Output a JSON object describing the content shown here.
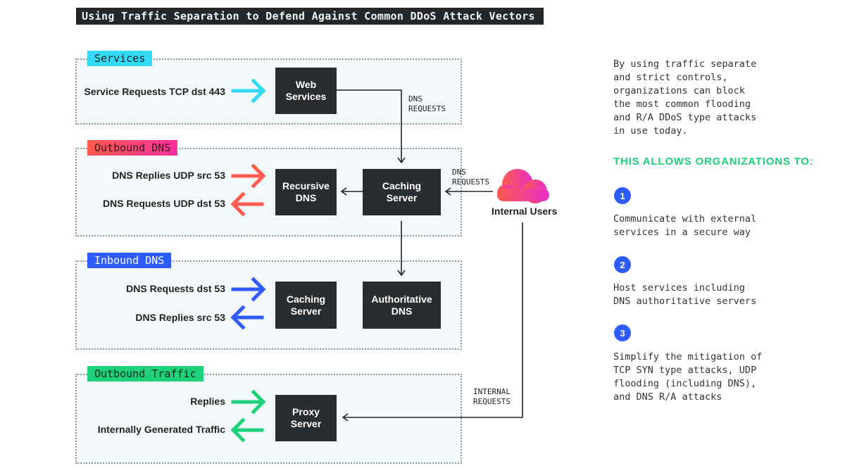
{
  "title": "Using Traffic Separation to Defend Against Common DDoS Attack Vectors",
  "zones": {
    "services": {
      "label": "Services",
      "color": "#33d9f2",
      "flow1": "Service Requests TCP dst 443",
      "box1": [
        "Web",
        "Services"
      ]
    },
    "outbound_dns": {
      "label": "Outbound DNS",
      "color_from": "#ff5a4d",
      "color_to": "#ff2fa0",
      "flow1": "DNS Replies UDP src 53",
      "flow2": "DNS Requests UDP dst 53",
      "box1": [
        "Recursive",
        "DNS"
      ],
      "box2": [
        "Caching",
        "Server"
      ]
    },
    "inbound_dns": {
      "label": "Inbound DNS",
      "color": "#2e5bff",
      "flow1": "DNS Requests dst 53",
      "flow2": "DNS Replies src 53",
      "box1": [
        "Caching",
        "Server"
      ],
      "box2": [
        "Authoritative",
        "DNS"
      ]
    },
    "outbound_traffic": {
      "label": "Outbound Traffic",
      "color": "#1fd17a",
      "flow1": "Replies",
      "flow2": "Internally Generated Traffic",
      "box1": [
        "Proxy",
        "Server"
      ]
    }
  },
  "connector_labels": {
    "dns_requests_1": [
      "DNS",
      "REQUESTS"
    ],
    "dns_requests_2": [
      "DNS",
      "REQUESTS"
    ],
    "internal_requests": [
      "INTERNAL",
      "REQUESTS"
    ]
  },
  "internal_users": "Internal Users",
  "sidebar": {
    "intro": "By using traffic separate\nand strict controls,\norganizations can block\nthe most common flooding\nand R/A DDoS type attacks\nin use today.",
    "heading": "THIS ALLOWS ORGANIZATIONS TO:",
    "items": [
      {
        "number": "1",
        "text": "Communicate with external\nservices in a secure way"
      },
      {
        "number": "2",
        "text": "Host services including\nDNS authoritative servers"
      },
      {
        "number": "3",
        "text": "Simplify the mitigation of\nTCP SYN type attacks, UDP\nflooding (including DNS),\nand DNS R/A attacks"
      }
    ]
  }
}
